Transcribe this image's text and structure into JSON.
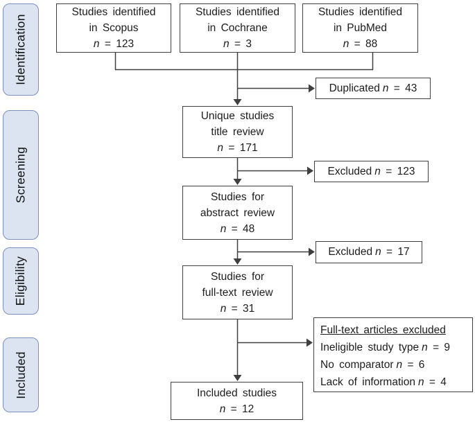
{
  "diagram": {
    "stages": [
      {
        "label": "Identification"
      },
      {
        "label": "Screening"
      },
      {
        "label": "Eligibility"
      },
      {
        "label": "Included"
      }
    ],
    "sources": [
      {
        "line1": "Studies identified",
        "line2": "in Scopus",
        "n_italic": "n",
        "n_rest": " = 123"
      },
      {
        "line1": "Studies identified",
        "line2": "in Cochrane",
        "n_italic": "n",
        "n_rest": " = 3"
      },
      {
        "line1": "Studies identified",
        "line2": "in PubMed",
        "n_italic": "n",
        "n_rest": " = 88"
      }
    ],
    "flow": {
      "unique": {
        "line1": "Unique studies",
        "line2": "title review",
        "n_italic": "n",
        "n_rest": " = 171"
      },
      "abstract": {
        "line1": "Studies for",
        "line2": "abstract review",
        "n_italic": "n",
        "n_rest": " = 48"
      },
      "fulltext": {
        "line1": "Studies for",
        "line2": "full-text review",
        "n_italic": "n",
        "n_rest": " = 31"
      },
      "included": {
        "line1": "Included studies",
        "n_italic": "n",
        "n_rest": " = 12"
      }
    },
    "side": {
      "duplicated": {
        "label": "Duplicated",
        "n_italic": "n",
        "n_rest": " = 43"
      },
      "excluded_title": {
        "label": "Excluded",
        "n_italic": "n",
        "n_rest": " = 123"
      },
      "excluded_abstract": {
        "label": "Excluded",
        "n_italic": "n",
        "n_rest": " = 17"
      },
      "fulltext_excluded": {
        "title": "Full-text articles excluded",
        "reasons": [
          {
            "label": "Ineligible study type",
            "n_italic": "n",
            "n_rest": " = 9"
          },
          {
            "label": "No comparator",
            "n_italic": "n",
            "n_rest": " = 6"
          },
          {
            "label": "Lack of information",
            "n_italic": "n",
            "n_rest": " = 4"
          }
        ]
      }
    },
    "colors": {
      "stage_fill": "#dce4f2",
      "stage_border": "#7a90bd",
      "box_border": "#3f3f3f",
      "line": "#3f3f3f"
    }
  }
}
